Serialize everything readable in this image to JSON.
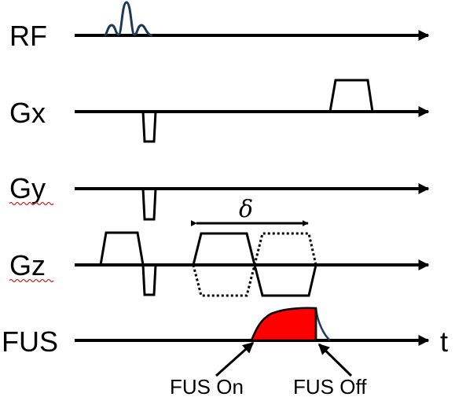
{
  "rows": [
    {
      "key": "rf",
      "label": "RF"
    },
    {
      "key": "gx",
      "label": "Gx"
    },
    {
      "key": "gy",
      "label": "Gy"
    },
    {
      "key": "gz",
      "label": "Gz"
    },
    {
      "key": "fus",
      "label": "FUS"
    }
  ],
  "time_axis_label": "t",
  "delta_label": "δ",
  "annotations": {
    "fus_on": "FUS On",
    "fus_off": "FUS Off"
  },
  "colors": {
    "line": "#000000",
    "rf_pulse": "#1c3a57",
    "fus_fill": "#ff0000",
    "squiggle_underline": "#d02020"
  }
}
